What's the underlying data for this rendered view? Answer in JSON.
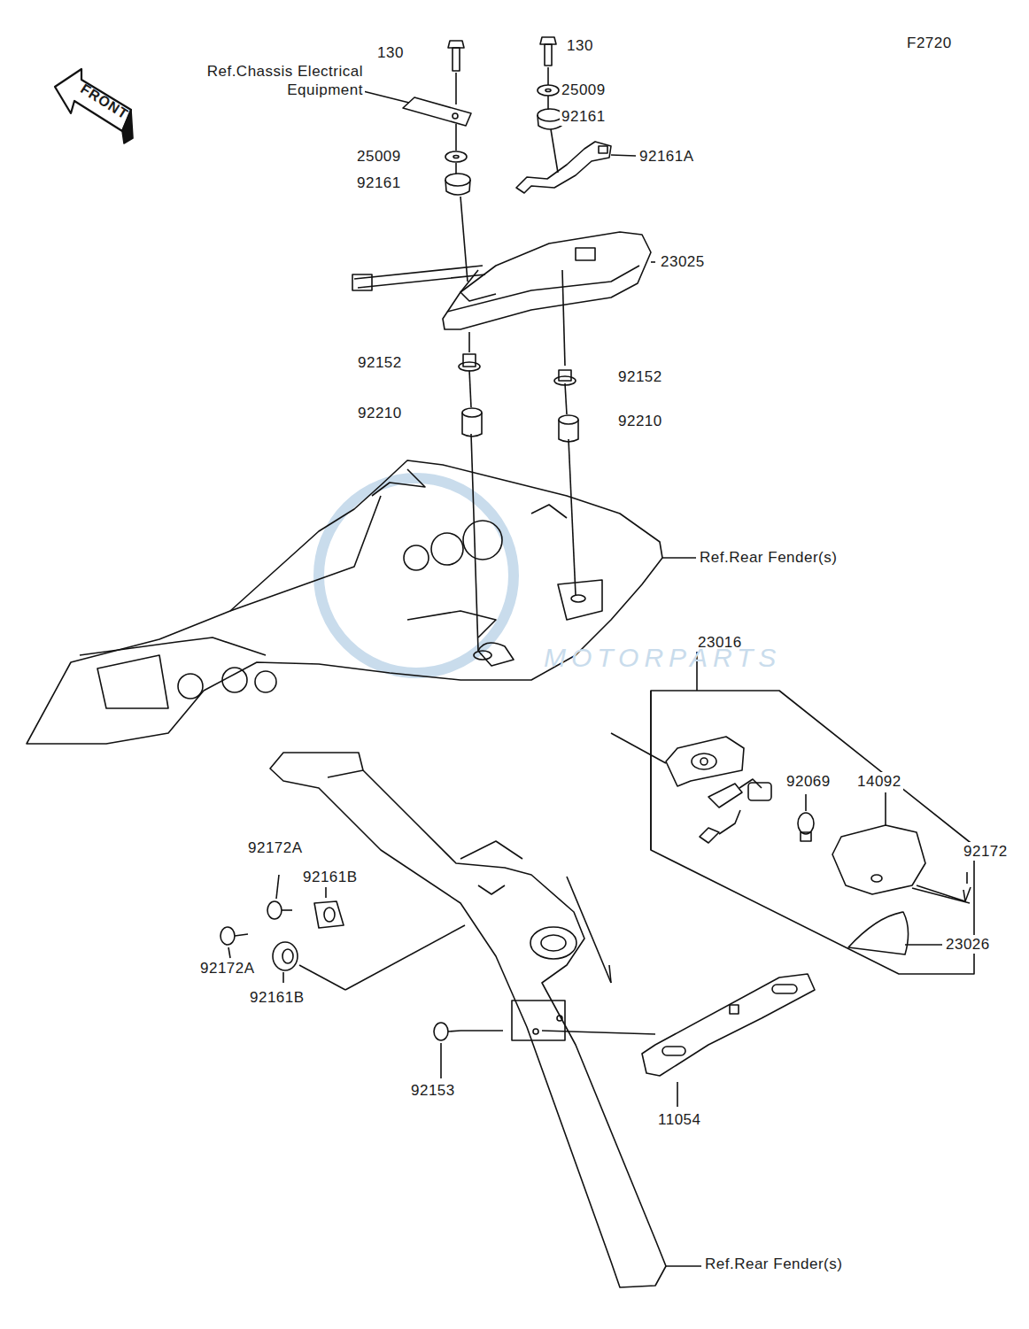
{
  "diagram": {
    "labels": [
      "F2720",
      "130",
      "130",
      "Ref.Chassis Electrical Equipment",
      "25009",
      "FRONT",
      "92161",
      "92161A",
      "25009",
      "92161",
      "23025",
      "92152",
      "92152",
      "92210",
      "92210",
      "Ref.Rear Fender(s)",
      "23016",
      "MOTORPARTS",
      "92069",
      "14092",
      "92172A",
      "92172",
      "92161B",
      "23026",
      "92172A",
      "92161B",
      "92153",
      "11054",
      "Ref.Rear Fender(s)"
    ]
  }
}
